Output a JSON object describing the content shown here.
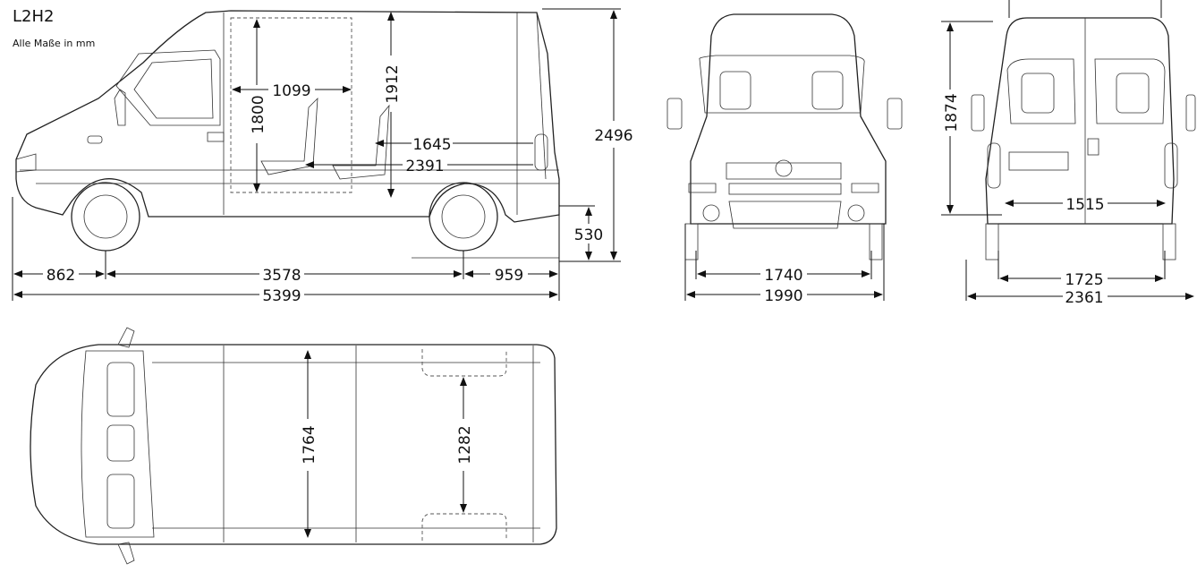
{
  "title": "L2H2",
  "note": "Alle Maße in mm",
  "colors": {
    "line": "#222222",
    "background": "#ffffff"
  },
  "dimensions": {
    "cargo_width_between_arches": "1099",
    "cargo_height": "1800",
    "overall_height_interior": "1912",
    "cargo_length_floor": "1645",
    "cargo_length_total": "2391",
    "overall_height": "2496",
    "loading_sill_height": "530",
    "front_overhang": "862",
    "wheelbase": "3578",
    "rear_overhang": "959",
    "overall_length": "5399",
    "front_track": "1740",
    "overall_width": "1990",
    "rear_door_height": "1874",
    "rear_door_width": "1515",
    "rear_track": "1725",
    "width_with_mirrors": "2361",
    "cargo_width": "1764",
    "width_between_wheel_arches": "1282"
  }
}
